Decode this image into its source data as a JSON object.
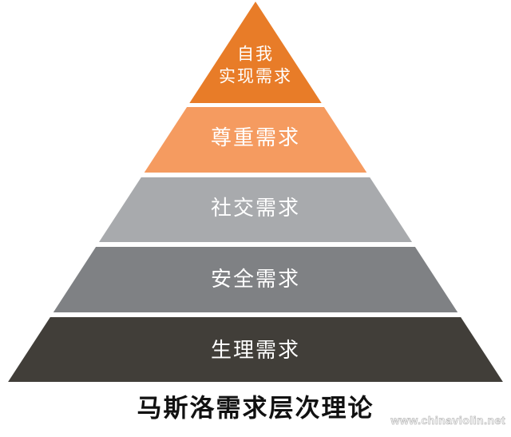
{
  "diagram": {
    "type": "pyramid",
    "title": "马斯洛需求层次理论",
    "title_color": "#111111",
    "label_color": "#ffffff",
    "levels": [
      {
        "rank": 1,
        "label": "自我实现需求",
        "label_lines": [
          "自我",
          "实现需求"
        ],
        "color": "#e87c28"
      },
      {
        "rank": 2,
        "label": "尊重需求",
        "color": "#f59b60"
      },
      {
        "rank": 3,
        "label": "社交需求",
        "color": "#a8aaad"
      },
      {
        "rank": 4,
        "label": "安全需求",
        "color": "#7f8184"
      },
      {
        "rank": 5,
        "label": "生理需求",
        "color": "#413e39"
      }
    ]
  },
  "watermark": {
    "text": "www.chinaviolin.net",
    "color": "#bdbdbd"
  }
}
